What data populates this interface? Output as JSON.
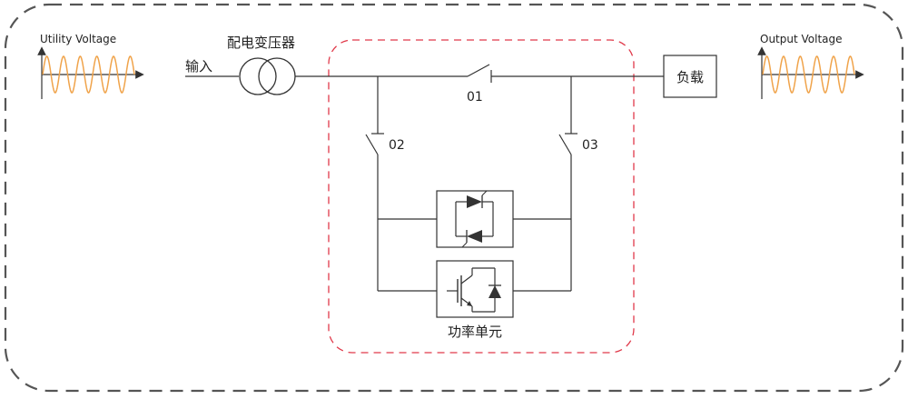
{
  "utility_voltage": {
    "label": "Utility Voltage"
  },
  "output_voltage": {
    "label": "Output Voltage"
  },
  "input": {
    "label": "输入"
  },
  "transformer": {
    "label": "配电变压器"
  },
  "load": {
    "label": "负载"
  },
  "switches": {
    "s01": "01",
    "s02": "02",
    "s03": "03"
  },
  "power_unit": {
    "label": "功率单元"
  },
  "colors": {
    "outer_border": "#555555",
    "dashed_region": "#e0394a",
    "wave": "#f0a34a",
    "line": "#333333"
  }
}
